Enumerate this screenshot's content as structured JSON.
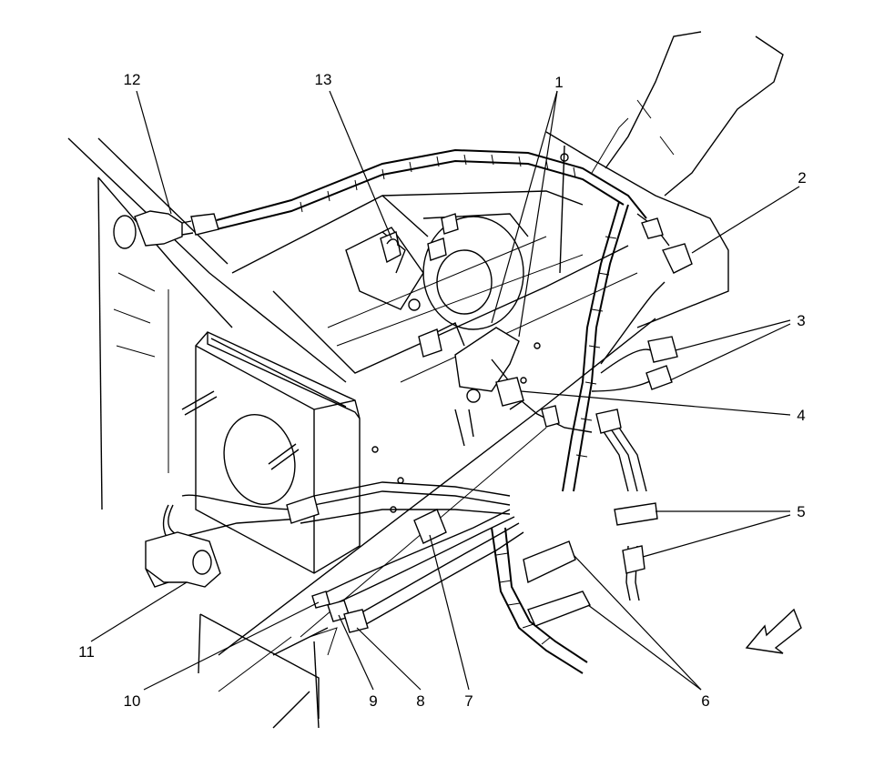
{
  "diagram": {
    "callouts": [
      {
        "id": "1",
        "text": "1"
      },
      {
        "id": "2",
        "text": "2"
      },
      {
        "id": "3",
        "text": "3"
      },
      {
        "id": "4",
        "text": "4"
      },
      {
        "id": "5",
        "text": "5"
      },
      {
        "id": "6",
        "text": "6"
      },
      {
        "id": "7",
        "text": "7"
      },
      {
        "id": "8",
        "text": "8"
      },
      {
        "id": "9",
        "text": "9"
      },
      {
        "id": "10",
        "text": "10"
      },
      {
        "id": "11",
        "text": "11"
      },
      {
        "id": "12",
        "text": "12"
      },
      {
        "id": "13",
        "text": "13"
      }
    ],
    "icons": [
      "direction-arrow-icon"
    ]
  }
}
